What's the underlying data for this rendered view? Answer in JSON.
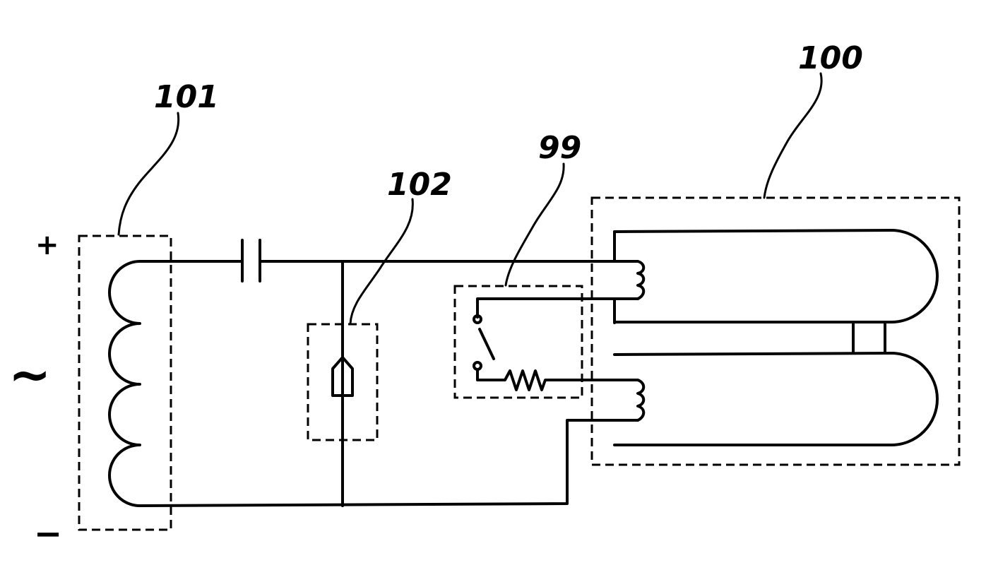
{
  "labels": {
    "box_101": "101",
    "box_102": "102",
    "box_99": "99",
    "box_100": "100"
  },
  "terminals": {
    "plus": "+",
    "minus": "−",
    "ac": "~"
  }
}
